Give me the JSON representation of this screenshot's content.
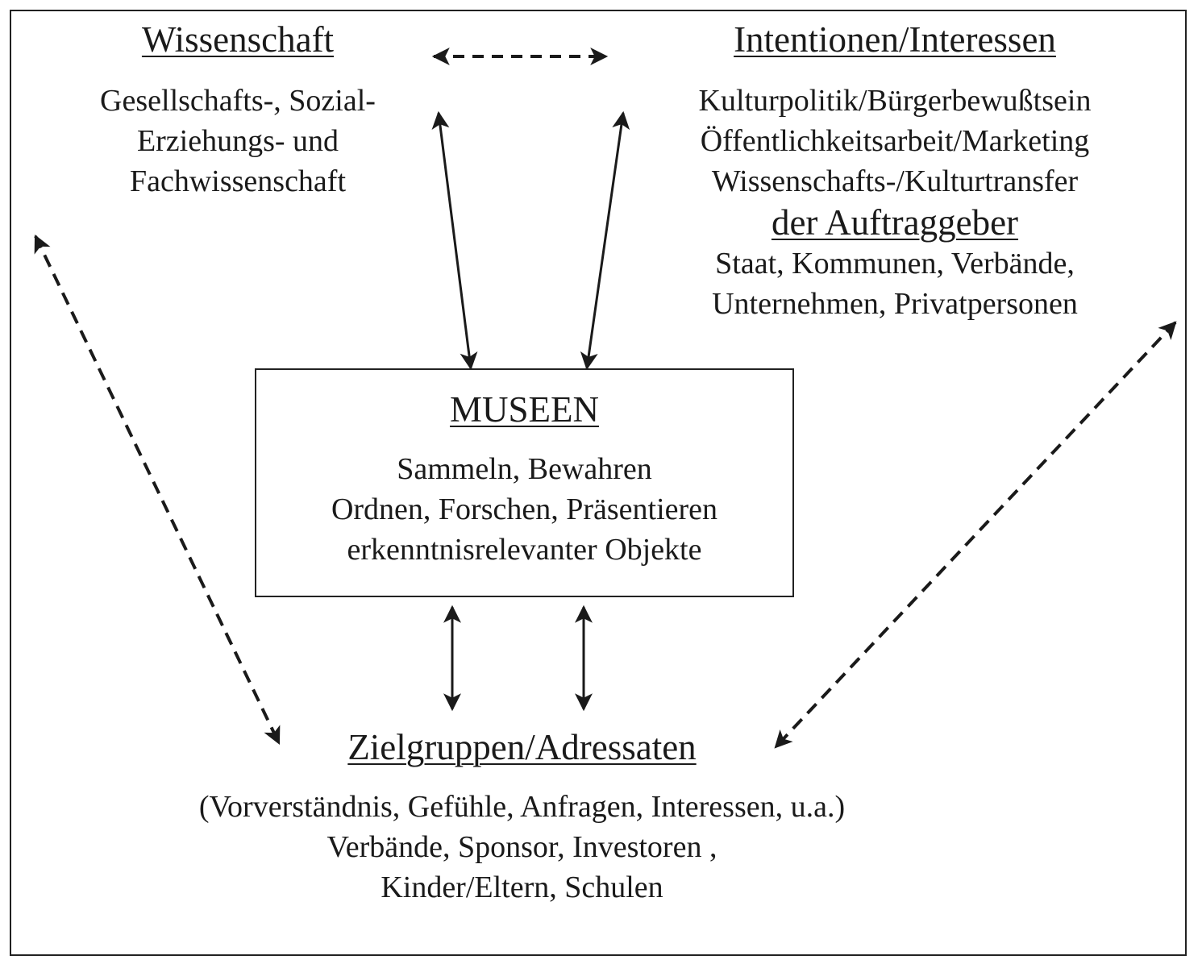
{
  "colors": {
    "ink": "#1a1a1a",
    "frame": "#222222",
    "background": "#ffffff"
  },
  "science": {
    "heading": "Wissenschaft",
    "lines": [
      "Gesellschafts-, Sozial-",
      "Erziehungs- und",
      "Fachwissenschaft"
    ]
  },
  "interests": {
    "heading": "Intentionen/Interessen",
    "lines": [
      "Kulturpolitik/Bürgerbewußtsein",
      "Öffentlichkeitsarbeit/Marketing",
      "Wissenschafts-/Kulturtransfer"
    ],
    "clients_heading": "der Auftraggeber",
    "clients_lines": [
      "Staat, Kommunen, Verbände,",
      "Unternehmen, Privatpersonen"
    ]
  },
  "museums": {
    "heading": "MUSEEN",
    "lines": [
      "Sammeln, Bewahren",
      "Ordnen, Forschen, Präsentieren",
      "erkenntnisrelevanter Objekte"
    ]
  },
  "audience": {
    "heading": "Zielgruppen/Adressaten",
    "lines": [
      "(Vorverständnis, Gefühle, Anfragen, Interessen, u.a.)",
      "Verbände, Sponsor, Investoren ,",
      "Kinder/Eltern, Schulen"
    ]
  },
  "connections": [
    {
      "from": "Wissenschaft",
      "to": "Intentionen/Interessen",
      "style": "dashed",
      "direction": "both"
    },
    {
      "from": "Wissenschaft",
      "to": "MUSEEN",
      "style": "solid",
      "direction": "both"
    },
    {
      "from": "Intentionen/Interessen",
      "to": "MUSEEN",
      "style": "solid",
      "direction": "both"
    },
    {
      "from": "MUSEEN",
      "to": "Zielgruppen/Adressaten",
      "style": "solid",
      "direction": "both"
    },
    {
      "from": "MUSEEN",
      "to": "Zielgruppen/Adressaten",
      "style": "solid",
      "direction": "both"
    },
    {
      "from": "Wissenschaft",
      "to": "Zielgruppen/Adressaten",
      "style": "dashed",
      "direction": "both"
    },
    {
      "from": "Intentionen/Interessen",
      "to": "Zielgruppen/Adressaten",
      "style": "dashed",
      "direction": "both"
    }
  ]
}
